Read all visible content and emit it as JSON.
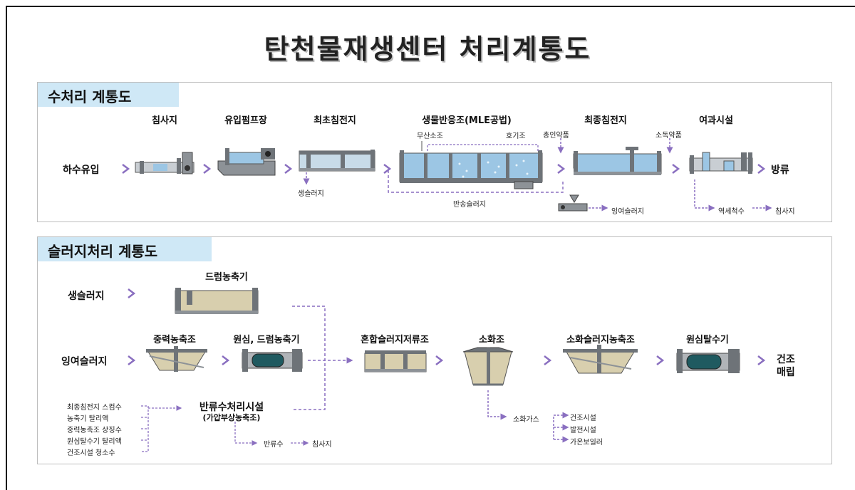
{
  "title": "탄천물재생센터 처리계통도",
  "water": {
    "title": "수처리 계통도",
    "input": "하수유입",
    "output": "방류",
    "stages": [
      "침사지",
      "유입펌프장",
      "최초침전지",
      "생물반응조(MLE공법)",
      "최종침전지",
      "여과시설"
    ],
    "notes": {
      "anoxic": "무산소조",
      "aerobic": "호기조",
      "phosphorus": "총인약품",
      "disinfect": "소독약품",
      "raw_sludge": "생슬러지",
      "return_sludge": "반송슬러지",
      "excess_sludge": "잉여슬러지",
      "backwash": "역세척수",
      "backwash_to": "침사지"
    }
  },
  "sludge": {
    "title": "슬러지처리 계통도",
    "inputs": [
      "생슬러지",
      "잉여슬러지"
    ],
    "drum": "드럼농축기",
    "gravity": "중력농축조",
    "centrifuge_drum": "원심, 드럼농축기",
    "mix": "혼합슬러지저류조",
    "digester": "소화조",
    "digested_thickener": "소화슬러지농축조",
    "dewater": "원심탈수기",
    "output": [
      "건조",
      "매립"
    ],
    "return_facility": "반류수처리시설",
    "return_facility_sub": "(가압부상농축조)",
    "return_sources": [
      "최종침전지 스컴수",
      "농축기 탈리액",
      "중력농축조 상징수",
      "원심탈수기 탈리액",
      "건조시설 청소수"
    ],
    "return_water": "반류수",
    "return_to": "침사지",
    "gas": "소화가스",
    "gas_uses": [
      "건조시설",
      "발전시설",
      "가온보일러"
    ]
  },
  "colors": {
    "accent": "#8a6fc0",
    "header_bg": "#cfe8f6",
    "water": "#9cc6e4",
    "sludge": "#d8cfae",
    "steel": "#6e7378"
  }
}
